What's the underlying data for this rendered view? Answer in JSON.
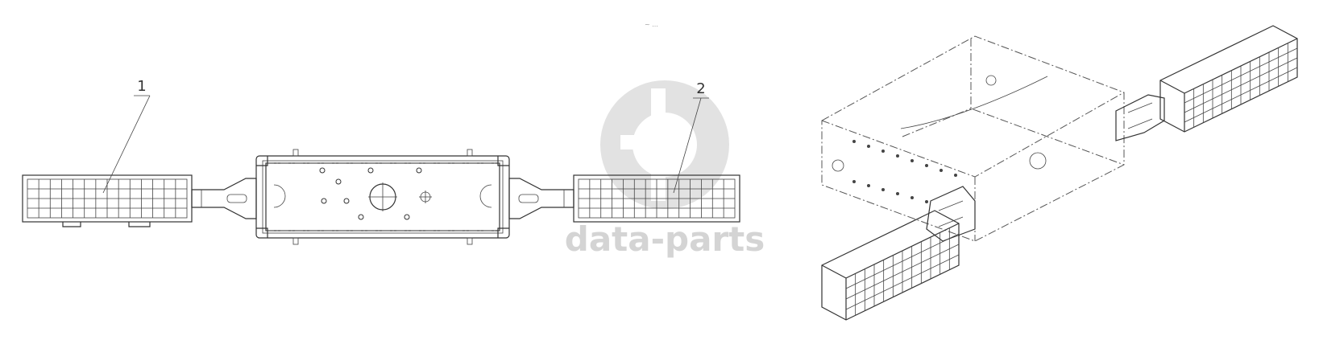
{
  "callouts": [
    {
      "id": "callout-1",
      "label": "1"
    },
    {
      "id": "callout-2",
      "label": "2"
    }
  ],
  "watermark": {
    "text": "data-parts",
    "color": "#d4d4d4"
  },
  "colors": {
    "line": "#333333",
    "background": "#ffffff"
  }
}
